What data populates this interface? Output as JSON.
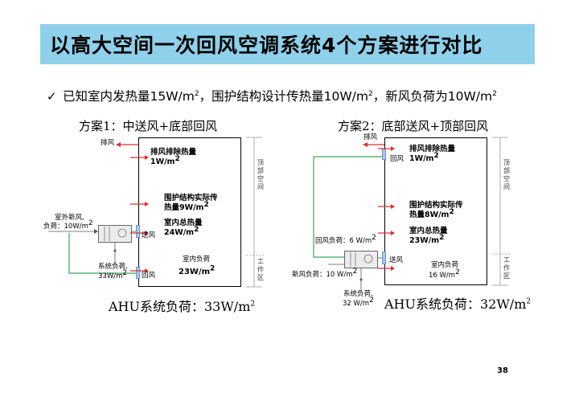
{
  "header": {
    "title": "以高大空间一次回风空调系统4个方案进行对比"
  },
  "intro": {
    "check_glyph": "✓",
    "text_1": "已知室内发热量15W/m",
    "text_2": "，围护结构设计传热量10W/m",
    "text_3": "，新风负荷为10W/m",
    "sup": "2"
  },
  "scheme1": {
    "title": "方案1：中送风+底部回风",
    "exhaust_label": "排风",
    "exhaust_heat_label": "排风排除热量",
    "exhaust_heat_value": "1W/m",
    "envelope_label": "围护结构实际传",
    "envelope_value": "热量9W/m",
    "total_heat_label": "室内总热量",
    "total_heat_value": "24W/m",
    "supply_label": "送风",
    "return_label": "回风",
    "outdoor_air_label": "室外新风,",
    "outdoor_air_value": "负荷：10W/m",
    "system_load_label": "系统负荷,",
    "system_load_value": "33W/m",
    "indoor_load_label": "室内负荷",
    "indoor_load_value": "23W/m",
    "upper_zone": "顶部空间",
    "work_zone": "工作区",
    "ahu_total": "AHU系统负荷：33W/m"
  },
  "scheme2": {
    "title": "方案2：底部送风+顶部回风",
    "exhaust_label": "排风",
    "return_label": "回风",
    "exhaust_heat_label": "排风排除热量",
    "exhaust_heat_value": "1W/m",
    "envelope_label": "围护结构实际传",
    "envelope_value": "热量8W/m",
    "total_heat_label": "室内总热量",
    "total_heat_value": "23W/m",
    "return_load_label": "回风负荷：6 W/m",
    "supply_label": "送风",
    "fresh_air_label": "新风负荷：10 W/m",
    "indoor_load_label": "室内负荷",
    "indoor_load_value": "16 W/m",
    "system_load_label": "系统负荷,",
    "system_load_value": "32 W/m",
    "upper_zone": "顶部空间",
    "work_zone": "工作区",
    "ahu_total": "AHU系统负荷：32W/m"
  },
  "footer": {
    "page_number": "38"
  },
  "colors": {
    "title_bar": "#8fd0ea",
    "exhaust_arrow": "#d93030",
    "return_duct": "#3aa85a",
    "port": "#aac8ef"
  }
}
